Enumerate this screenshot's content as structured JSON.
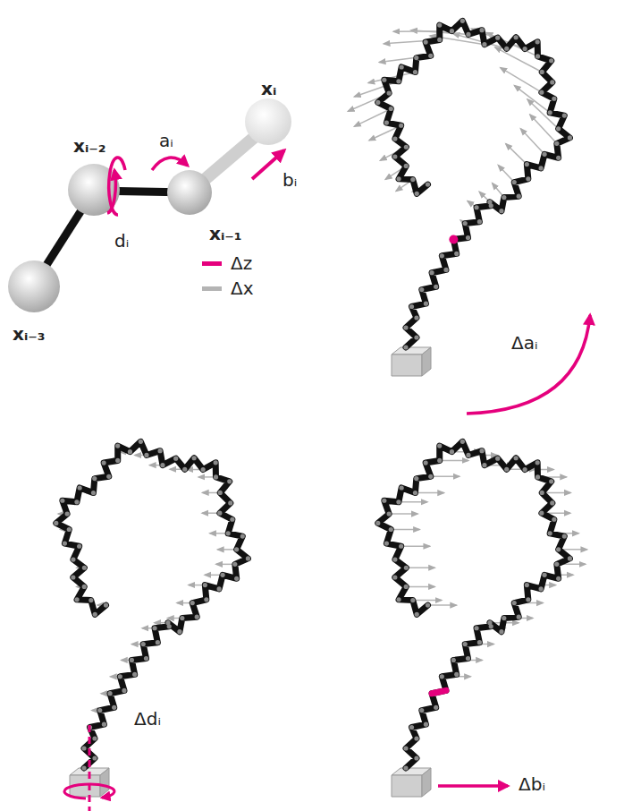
{
  "diagram": {
    "labels": [
      "xᵢ",
      "xᵢ₋₂",
      "aᵢ",
      "bᵢ",
      "dᵢ",
      "xᵢ₋₁",
      "xᵢ₋₃",
      "Δaᵢ",
      "Δdᵢ",
      "Δbᵢ"
    ],
    "legend": [
      {
        "text": "Δz",
        "color": "#e5007d"
      },
      {
        "text": "Δx",
        "color": "#b4b4b4"
      }
    ]
  }
}
